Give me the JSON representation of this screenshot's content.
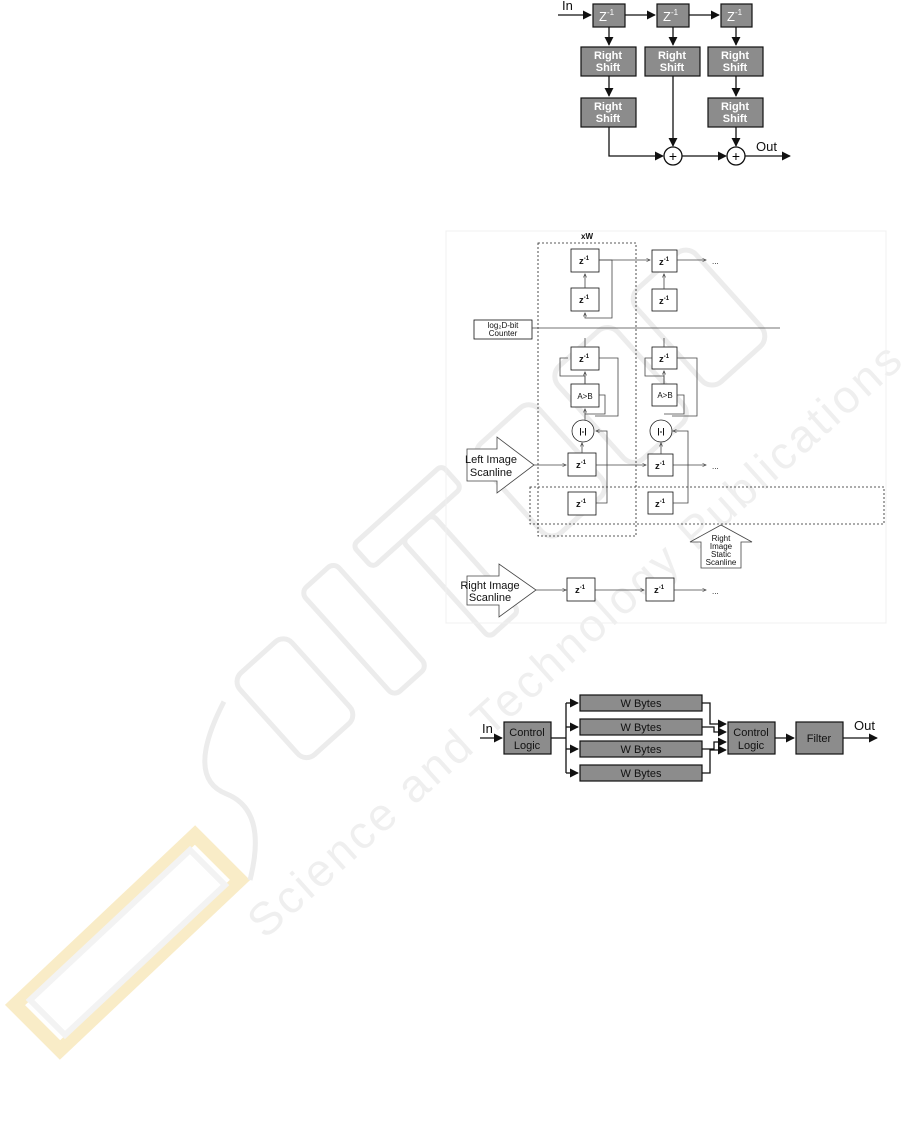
{
  "fig1": {
    "in_label": "In",
    "out_label": "Out",
    "delay": "Z",
    "delay_exp": "-1",
    "shift_l1": "Right",
    "shift_l2": "Shift",
    "plus": "+"
  },
  "fig2": {
    "xw_label": "xW",
    "delay": "z",
    "delay_exp": "-1",
    "compare": "A>B",
    "abs": "|-|",
    "ellipsis": "...",
    "counter_l1": "log₂D-bit",
    "counter_l2": "Counter",
    "left_l1": "Left Image",
    "left_l2": "Scanline",
    "right_l1": "Right Image",
    "right_l2": "Scanline",
    "static_l1": "Right",
    "static_l2": "Image",
    "static_l3": "Static",
    "static_l4": "Scanline"
  },
  "fig3": {
    "in_label": "In",
    "out_label": "Out",
    "ctrl_l1": "Control",
    "ctrl_l2": "Logic",
    "buffer": "W Bytes",
    "filter": "Filter"
  },
  "watermark": {
    "brand": "SciTePress",
    "tagline": "Science and Technology Publications",
    "color": "#d8d8d8"
  }
}
